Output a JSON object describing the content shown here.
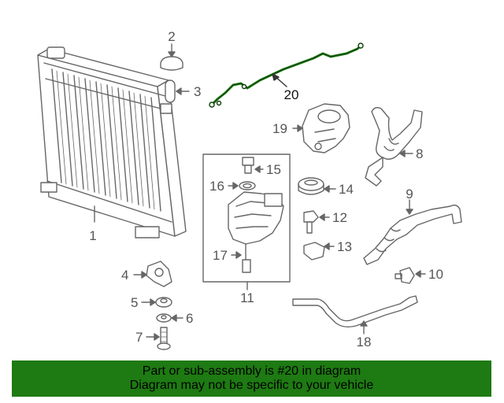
{
  "diagram": {
    "callouts": {
      "c1": "1",
      "c2": "2",
      "c3": "3",
      "c4": "4",
      "c5": "5",
      "c6": "6",
      "c7": "7",
      "c8": "8",
      "c9": "9",
      "c10": "10",
      "c11": "11",
      "c12": "12",
      "c13": "13",
      "c14": "14",
      "c15": "15",
      "c16": "16",
      "c17": "17",
      "c18": "18",
      "c19": "19",
      "c20": "20"
    },
    "highlight_color": "#1e7a12",
    "line_color": "#666666"
  },
  "banner": {
    "line1": "Part or sub-assembly is #20 in diagram",
    "line2": "Diagram may not be specific to your vehicle",
    "background": "#1e7a12"
  }
}
